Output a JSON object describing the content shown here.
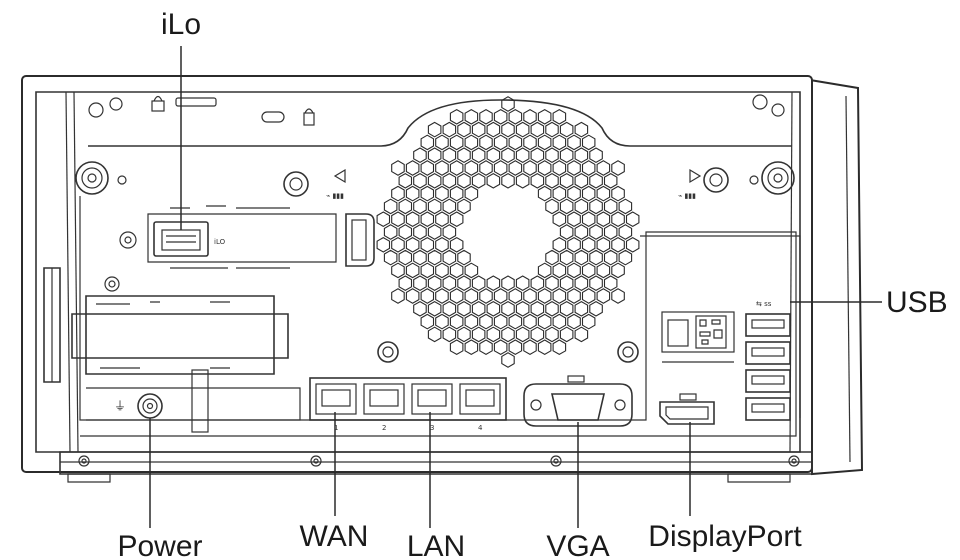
{
  "labels": {
    "ilo": "iLo",
    "usb": "USB",
    "power": "Power",
    "wan": "WAN",
    "lan": "LAN",
    "vga": "VGA",
    "displayport": "DisplayPort"
  },
  "port_marks": {
    "ilo_port": "iLO",
    "rj45_1": "1",
    "rj45_2": "2",
    "rj45_3": "3",
    "rj45_4": "4"
  },
  "colors": {
    "line": "#2b2b2b",
    "background": "#ffffff",
    "text": "#1a1a1a"
  }
}
